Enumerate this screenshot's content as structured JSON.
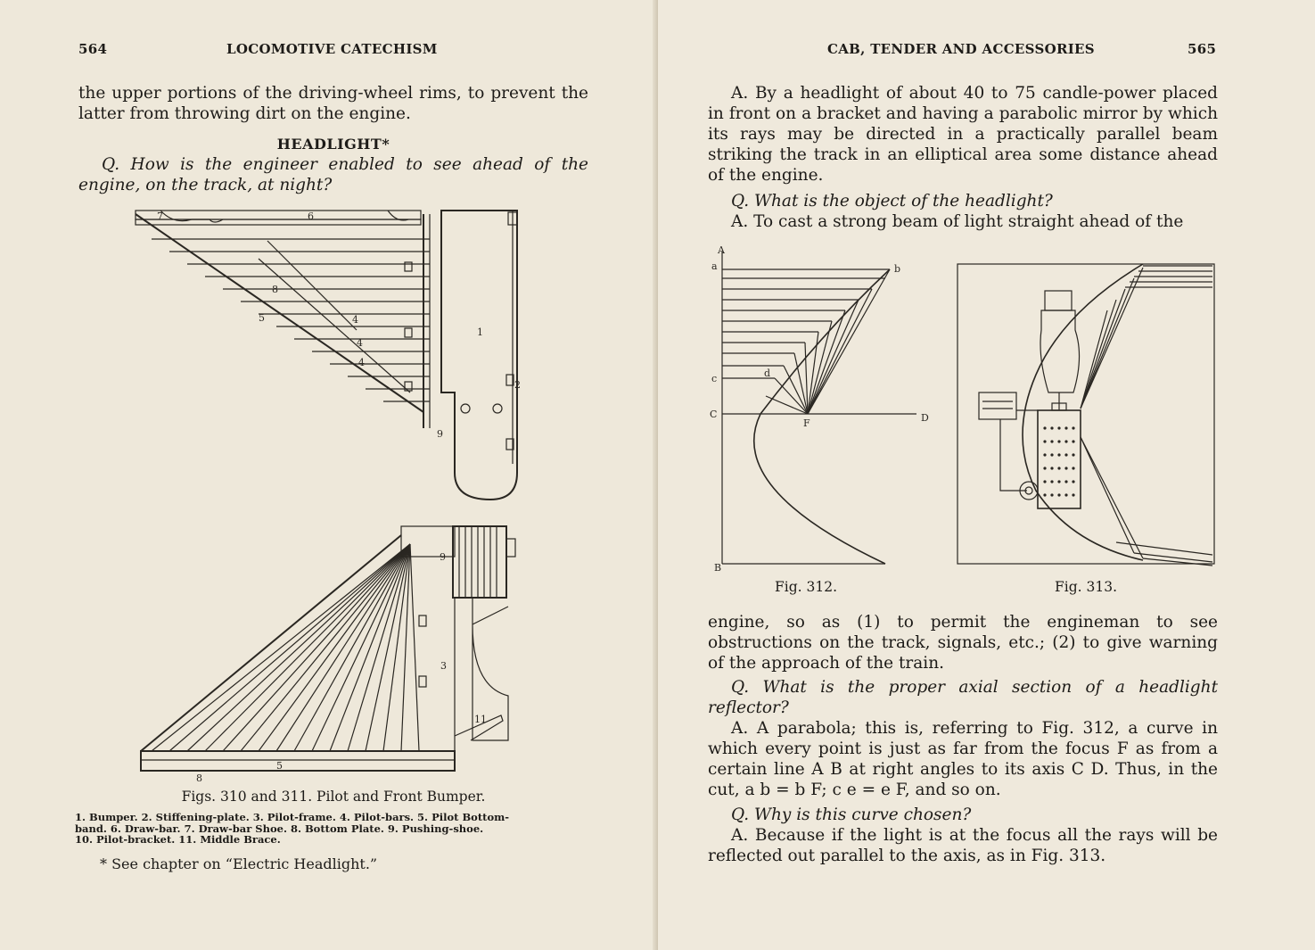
{
  "left": {
    "page_number": "564",
    "running_head": "LOCOMOTIVE CATECHISM",
    "opening_text": "the upper portions of the driving-wheel rims, to prevent the latter from throwing dirt on the engine.",
    "section_heading": "HEADLIGHT*",
    "question_1": "Q. How is the engineer enabled to see ahead of the engine, on the track, at night?",
    "figure_caption": "Figs. 310 and 311. Pilot and Front Bumper.",
    "legend_line_1": "1. Bumper.   2. Stiffening-plate.   3. Pilot-frame.   4. Pilot-bars.   5. Pilot Bottom-",
    "legend_line_2": "band.   6. Draw-bar.   7. Draw-bar Shoe.   8. Bottom Plate.   9. Pushing-shoe.",
    "legend_line_3": "10. Pilot-bracket.   11. Middle Brace.",
    "footnote": "* See chapter on “Electric Headlight.”",
    "fig310_labels": [
      "7",
      "6",
      "8",
      "5",
      "4",
      "4",
      "4",
      "1",
      "2",
      "9"
    ],
    "fig311_labels": [
      "9",
      "3",
      "11",
      "5",
      "8"
    ]
  },
  "right": {
    "page_number": "565",
    "running_head": "CAB, TENDER AND ACCESSORIES",
    "answer_1": "A. By a headlight of about 40 to 75 candle-power placed in front on a bracket and having a parabolic mirror by which its rays may be directed in a practically parallel beam striking the track in an elliptical area some distance ahead of the engine.",
    "question_2": "Q. What is the object of the headlight?",
    "answer_2_start": "A. To cast a strong beam of light straight ahead of the",
    "fig312_caption": "Fig. 312.",
    "fig313_caption": "Fig. 313.",
    "fig312_labels": {
      "A": "A",
      "a": "a",
      "b": "b",
      "c": "c",
      "d": "d",
      "C": "C",
      "F": "F",
      "D": "D",
      "B": "B"
    },
    "answer_2_end": "engine, so as (1) to permit the engineman to see obstructions on the track, signals, etc.; (2) to give warning of the approach of the train.",
    "question_3": "Q. What is the proper axial section of a headlight reflector?",
    "answer_3": "A. A parabola; this is, referring to Fig. 312, a curve in which every point is just as far from the focus F as from a certain line A B at right angles to its axis C D. Thus, in the cut, a b = b F; c e = e F, and so on.",
    "question_4": "Q. Why is this curve chosen?",
    "answer_4": "A. Because if the light is at the focus all the rays will be reflected out parallel to the axis, as in Fig. 313."
  }
}
